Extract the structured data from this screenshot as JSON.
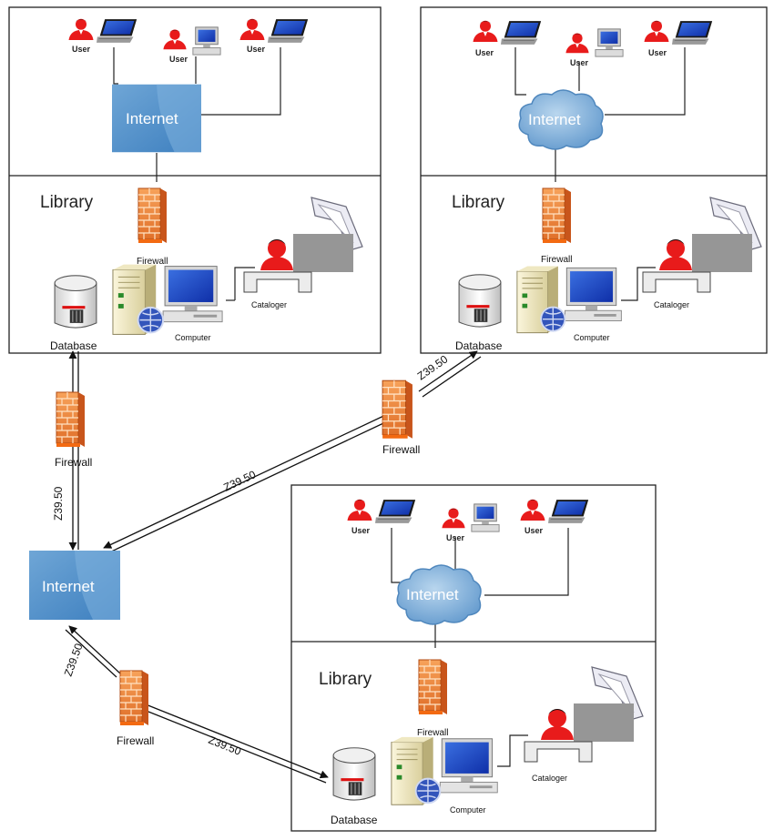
{
  "labels": {
    "user": "User",
    "internet": "Internet",
    "library": "Library",
    "firewall": "Firewall",
    "database": "Database",
    "computer": "Computer",
    "cataloger": "Cataloger"
  },
  "protocols": {
    "a": "Z39.50",
    "b": "Z39.50",
    "c": "Z39.50",
    "d": "Z39.50",
    "e": "Z39.50"
  }
}
